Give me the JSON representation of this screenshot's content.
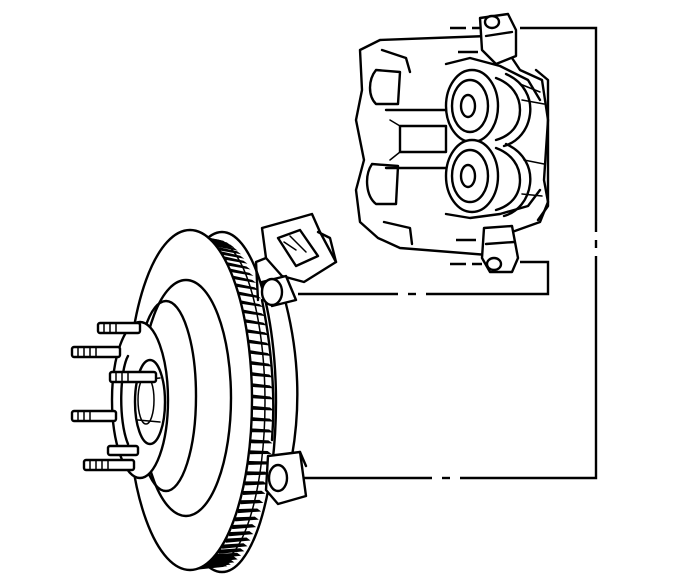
{
  "figure": {
    "background": "#ffffff",
    "ink": "#000000",
    "parts": [
      {
        "id": "caliper",
        "icon": "brake-caliper-icon"
      },
      {
        "id": "caliper-bolts",
        "icon": "bolt-icon"
      },
      {
        "id": "anchor-bracket",
        "icon": "bracket-icon"
      },
      {
        "id": "rotor",
        "icon": "brake-rotor-icon"
      },
      {
        "id": "hub",
        "icon": "wheel-hub-icon"
      },
      {
        "id": "wheel-studs",
        "icon": "stud-icon"
      }
    ],
    "leader_lines": 2
  }
}
